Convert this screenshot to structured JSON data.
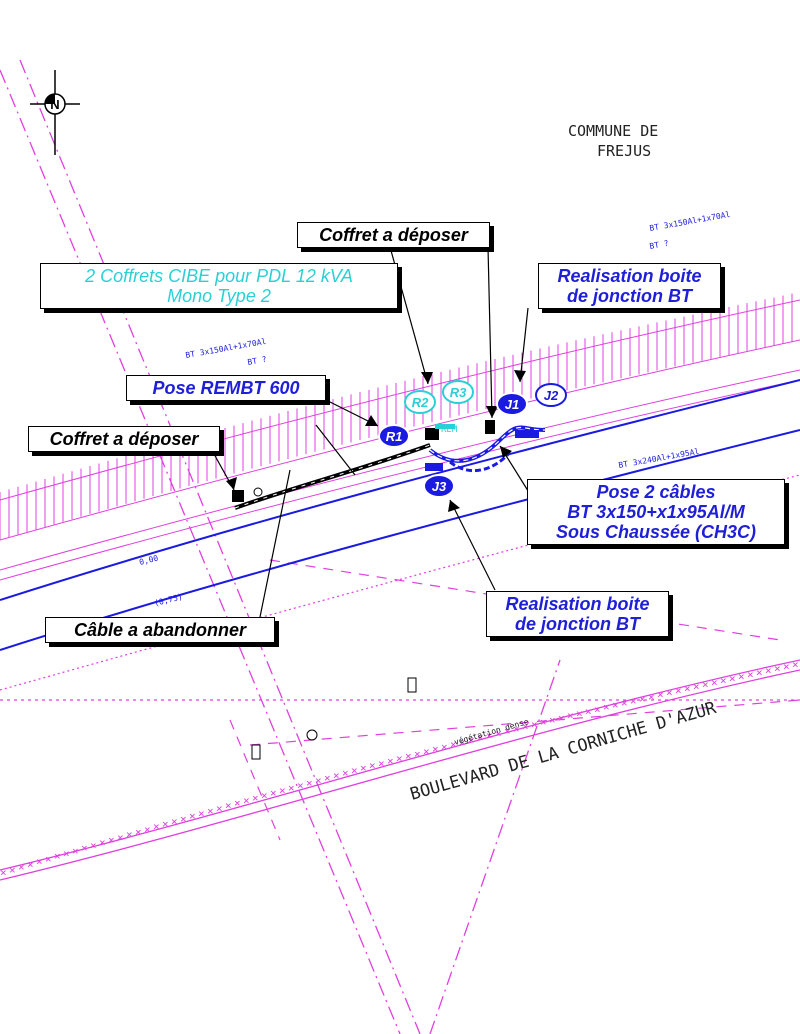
{
  "map": {
    "north_label": "N",
    "commune": [
      "COMMUNE DE",
      "FREJUS"
    ],
    "street_name": "BOULEVARD DE LA CORNICHE D'AZUR",
    "vegetation_label": "végétation dense",
    "level_labels": [
      "0,00",
      "(0,75)"
    ],
    "cable_labels": {
      "top_right_1": "BT 3x150Al+1x70Al",
      "top_right_2": "BT ?",
      "left_1": "BT 3x150Al+1x70Al",
      "left_2": "BT ?",
      "right_main": "BT 3x240Al+1x95Al"
    },
    "rem_label": "REM",
    "markers": {
      "R1": "R1",
      "R2": "R2",
      "R3": "R3",
      "J1": "J1",
      "J2": "J2",
      "J3": "J3"
    },
    "colors": {
      "black_text": "#000000",
      "blue_text": "#1f1fd8",
      "cyan_text": "#2ad0d6",
      "magenta": "#e040e0",
      "road_blue": "#1a1ae0"
    }
  },
  "callouts": {
    "coffret_top": [
      "Coffret a déposer"
    ],
    "coffrets_cibe": [
      "2 Coffrets CIBE pour PDL 12 kVA",
      "Mono Type 2"
    ],
    "realisation_top": [
      "Realisation boite",
      "de jonction BT"
    ],
    "pose_rembt": [
      "Pose REMBT 600"
    ],
    "coffret_left": [
      "Coffret a déposer"
    ],
    "pose_cables": [
      "Pose 2 câbles",
      "BT 3x150+x1x95Al/M",
      "Sous Chaussée (CH3C)"
    ],
    "cable_abandon": [
      "Câble a abandonner"
    ],
    "realisation_bottom": [
      "Realisation boite",
      "de jonction BT"
    ]
  }
}
